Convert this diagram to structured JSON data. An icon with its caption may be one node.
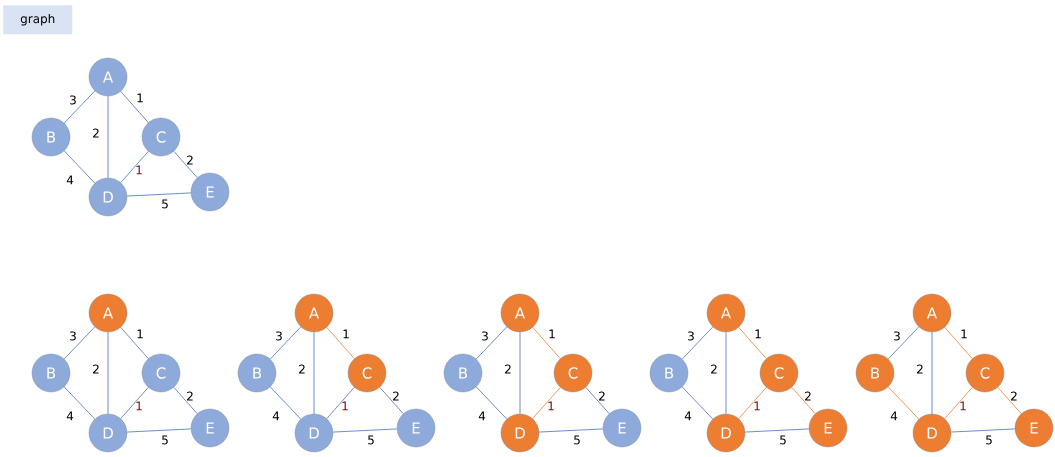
{
  "diagram": {
    "title": "graph",
    "nodes": [
      {
        "text": [
          "A"
        ]
      },
      {
        "text": [
          "B"
        ]
      },
      {
        "text": [
          "C"
        ]
      },
      {
        "text": [
          "D"
        ]
      },
      {
        "text": [
          "E"
        ]
      },
      {
        "text": [
          "A"
        ]
      },
      {
        "text": [
          "B"
        ]
      },
      {
        "text": [
          "C"
        ]
      },
      {
        "text": [
          "D"
        ]
      },
      {
        "text": [
          "E"
        ]
      },
      {
        "text": [
          "A"
        ]
      },
      {
        "text": [
          "B"
        ]
      },
      {
        "text": [
          "C"
        ]
      },
      {
        "text": [
          "D"
        ]
      },
      {
        "text": [
          "E"
        ]
      },
      {
        "text": [
          "A"
        ]
      },
      {
        "text": [
          "B"
        ]
      },
      {
        "text": [
          "C"
        ]
      },
      {
        "text": [
          "D"
        ]
      },
      {
        "text": [
          "E"
        ]
      },
      {
        "text": [
          "A"
        ]
      },
      {
        "text": [
          "B"
        ]
      },
      {
        "text": [
          "C"
        ]
      },
      {
        "text": [
          "D"
        ]
      },
      {
        "text": [
          "E"
        ]
      },
      {
        "text": [
          "A"
        ]
      },
      {
        "text": [
          "B"
        ]
      },
      {
        "text": [
          "C"
        ]
      },
      {
        "text": [
          "D"
        ]
      },
      {
        "text": [
          "E"
        ]
      }
    ],
    "edges": [
      {
        "from": 0,
        "to": 1,
        "arrow": "none",
        "label": "3"
      },
      {
        "from": 0,
        "to": 3,
        "arrow": "none",
        "label": "2"
      },
      {
        "from": 0,
        "to": 2,
        "arrow": "none",
        "label": "1"
      },
      {
        "from": 1,
        "to": 3,
        "arrow": "none",
        "label": "4"
      },
      {
        "from": 2,
        "to": 3,
        "arrow": "none",
        "label": "1"
      },
      {
        "from": 2,
        "to": 4,
        "arrow": "none",
        "label": "2"
      },
      {
        "from": 3,
        "to": 4,
        "arrow": "none",
        "label": "5"
      },
      {
        "from": 5,
        "to": 6,
        "arrow": "none",
        "label": "3"
      },
      {
        "from": 5,
        "to": 8,
        "arrow": "none",
        "label": "2"
      },
      {
        "from": 5,
        "to": 7,
        "arrow": "none",
        "label": "1"
      },
      {
        "from": 6,
        "to": 8,
        "arrow": "none",
        "label": "4"
      },
      {
        "from": 7,
        "to": 8,
        "arrow": "none",
        "label": "1"
      },
      {
        "from": 7,
        "to": 9,
        "arrow": "none",
        "label": "2"
      },
      {
        "from": 8,
        "to": 9,
        "arrow": "none",
        "label": "5"
      },
      {
        "from": 10,
        "to": 11,
        "arrow": "none",
        "label": "3"
      },
      {
        "from": 10,
        "to": 13,
        "arrow": "none",
        "label": "2"
      },
      {
        "from": 10,
        "to": 12,
        "arrow": "none",
        "label": "1",
        "color": "#ed7d31"
      },
      {
        "from": 11,
        "to": 13,
        "arrow": "none",
        "label": "4"
      },
      {
        "from": 12,
        "to": 13,
        "arrow": "none",
        "label": "1"
      },
      {
        "from": 12,
        "to": 14,
        "arrow": "none",
        "label": "2"
      },
      {
        "from": 13,
        "to": 14,
        "arrow": "none",
        "label": "5"
      },
      {
        "from": 15,
        "to": 16,
        "arrow": "none",
        "label": "3"
      },
      {
        "from": 15,
        "to": 18,
        "arrow": "none",
        "label": "2"
      },
      {
        "from": 15,
        "to": 17,
        "arrow": "none",
        "label": "1",
        "color": "#ed7d31"
      },
      {
        "from": 16,
        "to": 18,
        "arrow": "none",
        "label": "4"
      },
      {
        "from": 17,
        "to": 18,
        "arrow": "none",
        "label": "1",
        "color": "#ed7d31"
      },
      {
        "from": 17,
        "to": 19,
        "arrow": "none",
        "label": "2"
      },
      {
        "from": 18,
        "to": 19,
        "arrow": "none",
        "label": "5"
      },
      {
        "from": 20,
        "to": 21,
        "arrow": "none",
        "label": "3"
      },
      {
        "from": 20,
        "to": 23,
        "arrow": "none",
        "label": "2"
      },
      {
        "from": 20,
        "to": 22,
        "arrow": "none",
        "label": "1",
        "color": "#ed7d31"
      },
      {
        "from": 21,
        "to": 23,
        "arrow": "none",
        "label": "4"
      },
      {
        "from": 22,
        "to": 23,
        "arrow": "none",
        "label": "1",
        "color": "#ed7d31"
      },
      {
        "from": 22,
        "to": 24,
        "arrow": "none",
        "label": "2",
        "color": "#ed7d31"
      },
      {
        "from": 23,
        "to": 24,
        "arrow": "none",
        "label": "5"
      },
      {
        "from": 25,
        "to": 26,
        "arrow": "none",
        "label": "3"
      },
      {
        "from": 25,
        "to": 28,
        "arrow": "none",
        "label": "2"
      },
      {
        "from": 25,
        "to": 27,
        "arrow": "none",
        "label": "1",
        "color": "#ed7d31"
      },
      {
        "from": 26,
        "to": 28,
        "arrow": "none",
        "label": "4",
        "color": "#ed7d31"
      },
      {
        "from": 27,
        "to": 28,
        "arrow": "none",
        "label": "1",
        "color": "#ed7d31"
      },
      {
        "from": 27,
        "to": 29,
        "arrow": "none",
        "label": "2",
        "color": "#ed7d31"
      },
      {
        "from": 28,
        "to": 29,
        "arrow": "none",
        "label": "5"
      }
    ]
  }
}
